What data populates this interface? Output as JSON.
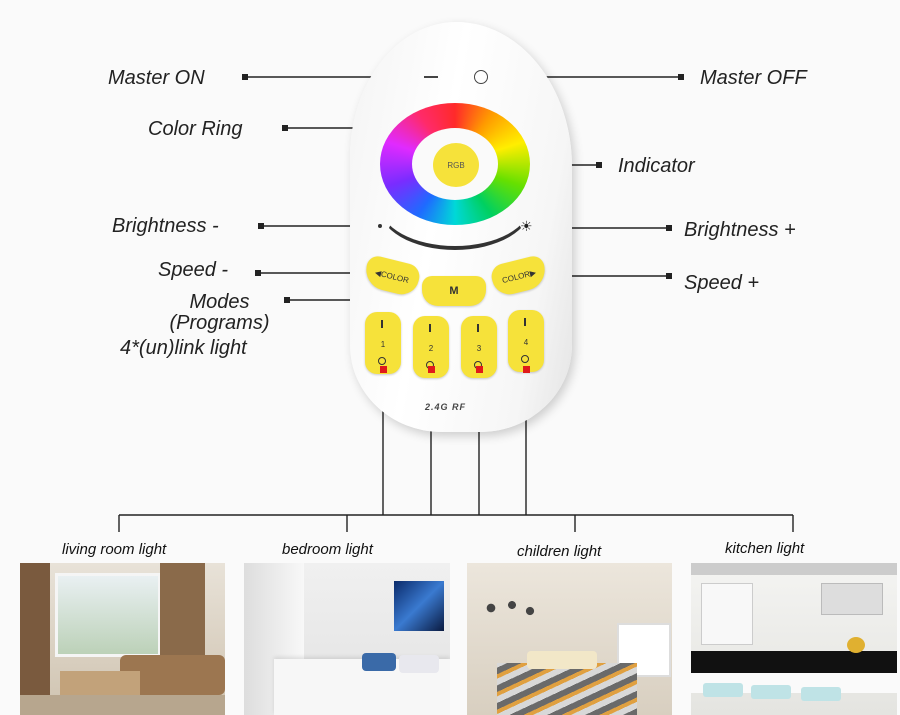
{
  "labels": {
    "master_on": "Master ON",
    "master_off": "Master OFF",
    "color_ring": "Color Ring",
    "indicator": "Indicator",
    "brightness_minus": "Brightness -",
    "brightness_plus": "Brightness +",
    "speed_minus": "Speed -",
    "speed_plus": "Speed +",
    "modes": "Modes",
    "programs": "(Programs)",
    "link_light": "4*(un)link light"
  },
  "remote": {
    "rgb_label": "RGB",
    "color_left": "◀COLOR",
    "color_right": "COLOR▶",
    "mode_button": "M",
    "zones": [
      "1",
      "2",
      "3",
      "4"
    ],
    "rf_label": "2.4G RF"
  },
  "rooms": [
    {
      "label": "living room light"
    },
    {
      "label": "bedroom light"
    },
    {
      "label": "children light"
    },
    {
      "label": "kitchen light"
    }
  ],
  "colors": {
    "button_yellow": "#f6e23a",
    "zone_marker": "#e01a1a"
  }
}
